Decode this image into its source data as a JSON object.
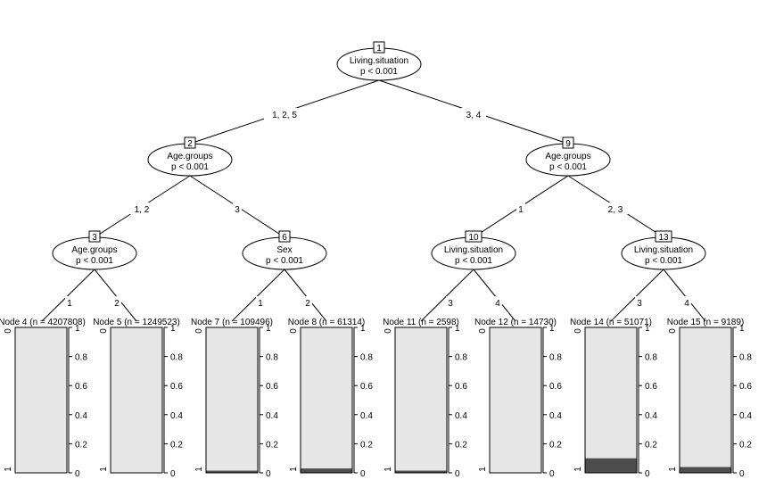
{
  "inner_nodes": [
    {
      "id": "1",
      "variable": "Living.situation",
      "p": "p < 0.001"
    },
    {
      "id": "2",
      "variable": "Age.groups",
      "p": "p < 0.001"
    },
    {
      "id": "9",
      "variable": "Age.groups",
      "p": "p < 0.001"
    },
    {
      "id": "3",
      "variable": "Age.groups",
      "p": "p < 0.001"
    },
    {
      "id": "6",
      "variable": "Sex",
      "p": "p < 0.001"
    },
    {
      "id": "10",
      "variable": "Living.situation",
      "p": "p < 0.001"
    },
    {
      "id": "13",
      "variable": "Living.situation",
      "p": "p < 0.001"
    }
  ],
  "edges": [
    {
      "from": "1",
      "to": "2",
      "label": "1, 2, 5"
    },
    {
      "from": "1",
      "to": "9",
      "label": "3, 4"
    },
    {
      "from": "2",
      "to": "3",
      "label": "1, 2"
    },
    {
      "from": "2",
      "to": "6",
      "label": "3"
    },
    {
      "from": "9",
      "to": "10",
      "label": "1"
    },
    {
      "from": "9",
      "to": "13",
      "label": "2, 3"
    },
    {
      "from": "3",
      "to": "4",
      "label": "1"
    },
    {
      "from": "3",
      "to": "5",
      "label": "2"
    },
    {
      "from": "6",
      "to": "7",
      "label": "1"
    },
    {
      "from": "6",
      "to": "8",
      "label": "2"
    },
    {
      "from": "10",
      "to": "11",
      "label": "3"
    },
    {
      "from": "10",
      "to": "12",
      "label": "4"
    },
    {
      "from": "13",
      "to": "14",
      "label": "3"
    },
    {
      "from": "13",
      "to": "15",
      "label": "4"
    }
  ],
  "terminal_nodes": [
    {
      "id": "4",
      "label": "Node 4 (n = 4207808)",
      "fraction_dark": 0.0
    },
    {
      "id": "5",
      "label": "Node 5 (n = 1249523)",
      "fraction_dark": 0.0
    },
    {
      "id": "7",
      "label": "Node 7 (n = 109496)",
      "fraction_dark": 0.015
    },
    {
      "id": "8",
      "label": "Node 8 (n = 61314)",
      "fraction_dark": 0.03
    },
    {
      "id": "11",
      "label": "Node 11 (n = 2598)",
      "fraction_dark": 0.015
    },
    {
      "id": "12",
      "label": "Node 12 (n = 14730)",
      "fraction_dark": 0.0
    },
    {
      "id": "14",
      "label": "Node 14 (n = 51071)",
      "fraction_dark": 0.1
    },
    {
      "id": "15",
      "label": "Node 15 (n = 9189)",
      "fraction_dark": 0.04
    }
  ],
  "axis": {
    "right_ticks": [
      "0",
      "0.2",
      "0.4",
      "0.6",
      "0.8",
      "1"
    ],
    "left_top": "0",
    "left_bottom": "1"
  },
  "colors": {
    "light": "#e6e6e6",
    "dark": "#4d4d4d",
    "line": "#000000"
  }
}
